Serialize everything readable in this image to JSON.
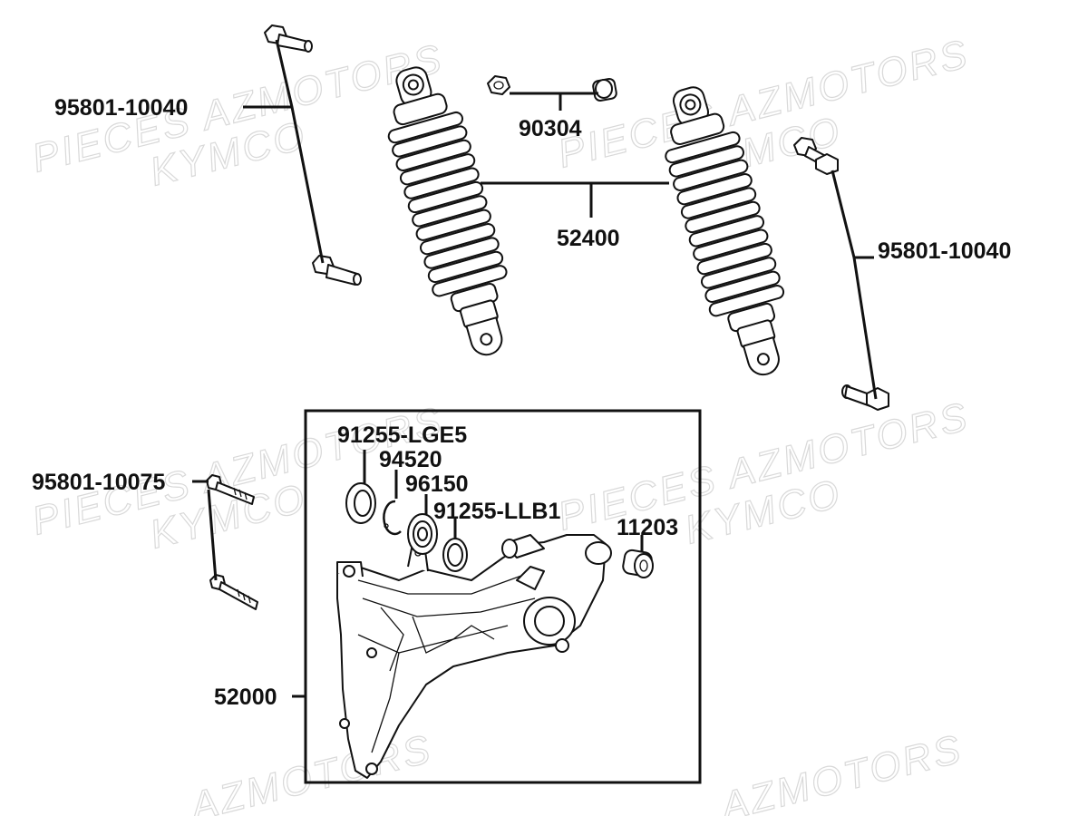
{
  "watermark": {
    "line1": "PIECES AZMOTORS",
    "line2": "KYMCO",
    "line3": "AZMOTORS"
  },
  "callouts": {
    "bolt_top_left": "95801-10040",
    "nut_collar": "90304",
    "shock_absorber": "52400",
    "bolt_top_right": "95801-10040",
    "oil_seal": "91255-LGE5",
    "circlip": "94520",
    "bearing": "96150",
    "oil_seal_small": "91255-LLB1",
    "bushing": "11203",
    "bolt_arm": "95801-10075",
    "swing_arm": "52000"
  }
}
